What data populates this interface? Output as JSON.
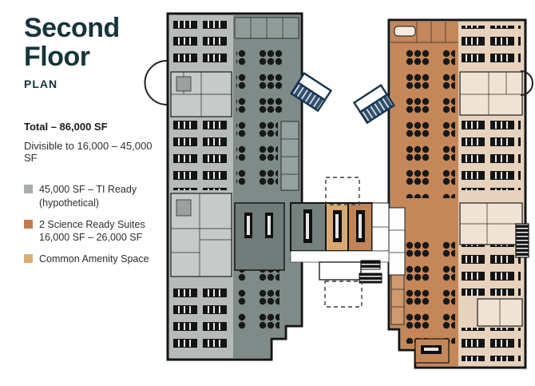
{
  "page": {
    "title_line1": "Second",
    "title_line2": "Floor",
    "subtitle": "PLAN"
  },
  "stats": {
    "total": "Total – 86,000 SF",
    "divisible": "Divisible to 16,000 – 45,000 SF"
  },
  "legend": {
    "items": [
      {
        "label_line1": "45,000 SF – TI Ready",
        "label_line2": "(hypothetical)",
        "color": "#a9adac"
      },
      {
        "label_line1": "2 Science Ready Suites",
        "label_line2": "16,000 SF – 26,000 SF",
        "color": "#c07a4e"
      },
      {
        "label_line1": "Common Amenity Space",
        "label_line2": "",
        "color": "#dcae72"
      }
    ]
  },
  "floor_plan": {
    "colors": {
      "ti_ready_lab": "#b6bab9",
      "ti_ready_office": "#7e8b88",
      "science_suite_office": "#c4875a",
      "science_suite_lab": "#e7d3bd",
      "common_amenity": "#d9a96e",
      "furniture": "#141414",
      "stair_steel": "#32506c",
      "title_accent": "#16343c"
    }
  }
}
